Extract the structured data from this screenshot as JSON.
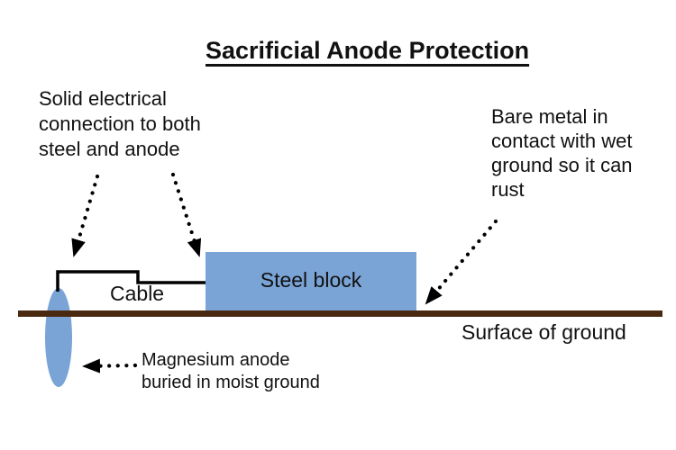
{
  "title": "Sacrificial Anode Protection",
  "labels": {
    "connection": "Solid electrical\nconnection to both\nsteel and anode",
    "bare_metal": "Bare metal in\ncontact with wet\nground so it can\nrust",
    "cable": "Cable",
    "steel_block": "Steel block",
    "surface": "Surface of ground",
    "magnesium": "Magnesium anode\nburied in moist ground"
  },
  "colors": {
    "metal_fill": "#7aa4d6",
    "ground_line": "#492a10",
    "line": "#000000",
    "text": "#111111"
  }
}
